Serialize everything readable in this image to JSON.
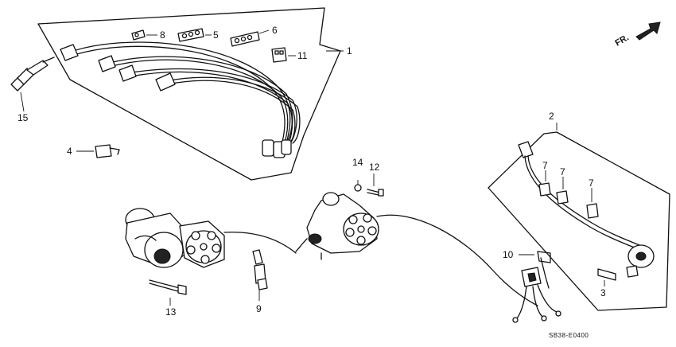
{
  "diagram": {
    "direction_label": "FR.",
    "drawing_code": "SB38-E0400",
    "callouts": [
      "1",
      "2",
      "3",
      "4",
      "5",
      "6",
      "7",
      "7",
      "7",
      "8",
      "9",
      "10",
      "11",
      "12",
      "13",
      "14",
      "15"
    ]
  },
  "icons": {
    "direction_arrow": "arrow-icon"
  }
}
